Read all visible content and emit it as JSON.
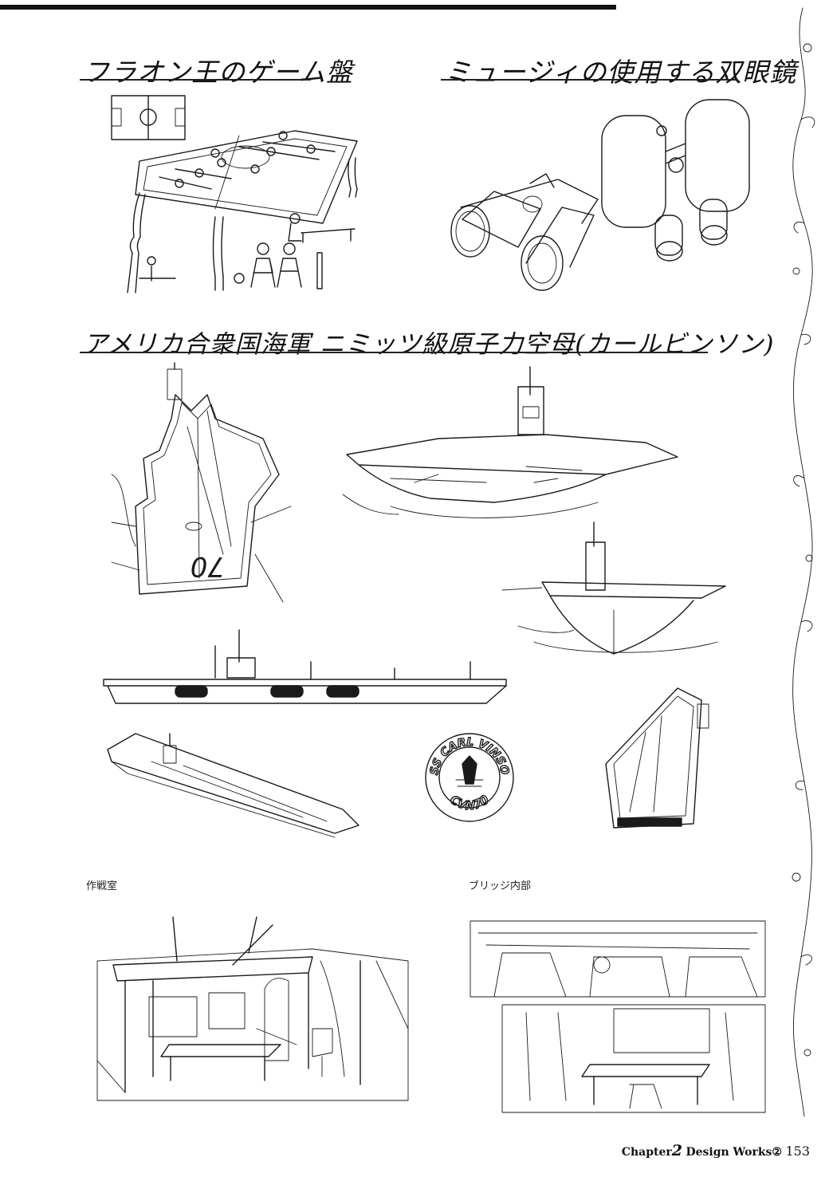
{
  "titles": {
    "game_board": "フラオン王のゲーム盤",
    "binoculars": "ミュージィの使用する双眼鏡",
    "carrier": "アメリカ合衆国海軍 ニミッツ級原子力空母(カールビンソン)"
  },
  "captions": {
    "operations_room": "作戦室",
    "bridge_interior": "ブリッジ内部"
  },
  "emblem": {
    "top_text": "USS CARL VINSON",
    "bottom_text": "CVN70"
  },
  "hull_number": "70",
  "footer": {
    "chapter_label": "Chapter",
    "chapter_number": "2",
    "section": "Design Works②",
    "page_number": "153"
  }
}
